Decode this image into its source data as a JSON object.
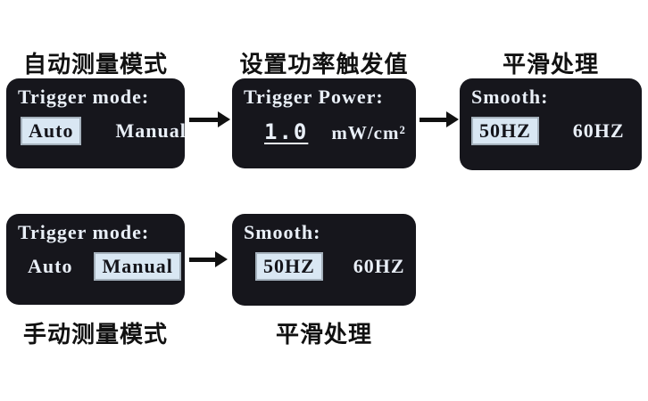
{
  "page": {
    "background": "#ffffff"
  },
  "colors": {
    "screen_bg": "#16161c",
    "screen_text": "#e9eff7",
    "highlight_bg": "#d9e7f3",
    "highlight_text": "#14141a",
    "label_text": "#111111",
    "arrow": "#111111"
  },
  "flow_top": {
    "step1": {
      "label": "自动测量模式",
      "screen": {
        "title": "Trigger mode:",
        "options": [
          {
            "text": "Auto",
            "selected": true
          },
          {
            "text": "Manual",
            "selected": false
          }
        ]
      }
    },
    "step2": {
      "label": "设置功率触发值",
      "screen": {
        "title": "Trigger Power:",
        "value": "1.0",
        "unit": "mW/cm²"
      }
    },
    "step3": {
      "label": "平滑处理",
      "screen": {
        "title": "Smooth:",
        "options": [
          {
            "text": "50HZ",
            "selected": true
          },
          {
            "text": "60HZ",
            "selected": false
          }
        ]
      }
    }
  },
  "flow_bottom": {
    "step1": {
      "label": "手动测量模式",
      "screen": {
        "title": "Trigger mode:",
        "options": [
          {
            "text": "Auto",
            "selected": false
          },
          {
            "text": "Manual",
            "selected": true
          }
        ]
      }
    },
    "step2": {
      "label": "平滑处理",
      "screen": {
        "title": "Smooth:",
        "options": [
          {
            "text": "50HZ",
            "selected": true
          },
          {
            "text": "60HZ",
            "selected": false
          }
        ]
      }
    }
  }
}
